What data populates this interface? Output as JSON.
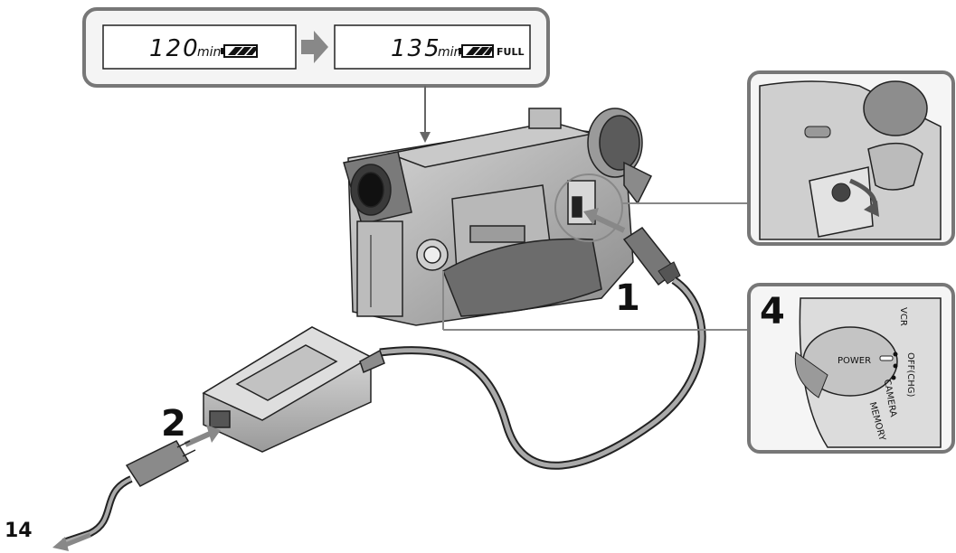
{
  "display": {
    "before": {
      "value": "120",
      "unit": "min"
    },
    "after": {
      "value": "135",
      "unit": "min",
      "status": "FULL"
    }
  },
  "steps": {
    "step1": "1",
    "step2": "2",
    "step4": "4"
  },
  "page_ref": "14",
  "dial": {
    "center_label": "POWER",
    "positions": [
      "VCR",
      "OFF(CHG)",
      "CAMERA",
      "MEMORY"
    ]
  }
}
